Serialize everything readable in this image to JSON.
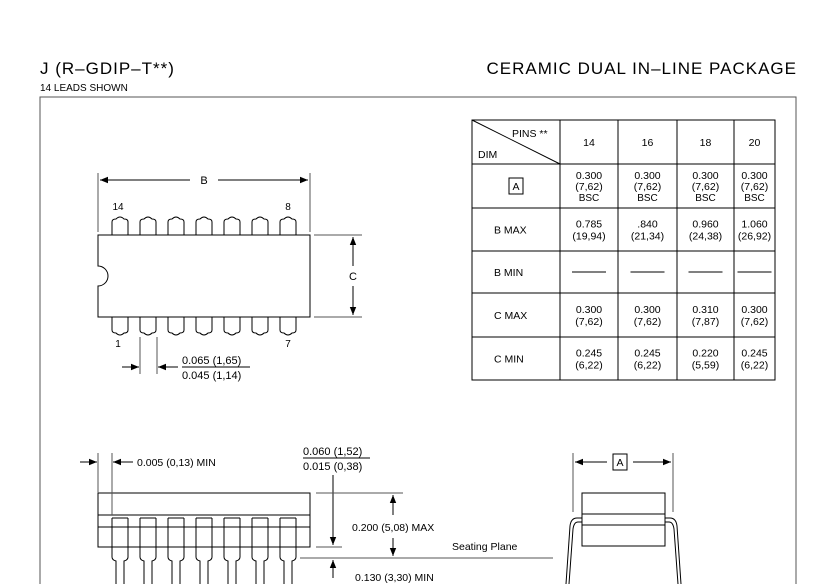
{
  "header": {
    "package_code": "J (R–GDIP–T**)",
    "leads_shown": "14 LEADS SHOWN",
    "package_title": "CERAMIC DUAL IN–LINE PACKAGE"
  },
  "table": {
    "corner_pins": "PINS **",
    "corner_dim": "DIM",
    "pin_counts": [
      "14",
      "16",
      "18",
      "20"
    ],
    "rows": [
      {
        "label": "A",
        "boxed": true,
        "cells": [
          [
            "0.300",
            "(7,62)",
            "BSC"
          ],
          [
            "0.300",
            "(7,62)",
            "BSC"
          ],
          [
            "0.300",
            "(7,62)",
            "BSC"
          ],
          [
            "0.300",
            "(7,62)",
            "BSC"
          ]
        ]
      },
      {
        "label": "B   MAX",
        "cells": [
          [
            "0.785",
            "(19,94)"
          ],
          [
            ".840",
            "(21,34)"
          ],
          [
            "0.960",
            "(24,38)"
          ],
          [
            "1.060",
            "(26,92)"
          ]
        ]
      },
      {
        "label": "B   MIN",
        "cells": [
          [
            "—"
          ],
          [
            "—"
          ],
          [
            "—"
          ],
          [
            "—"
          ]
        ]
      },
      {
        "label": "C   MAX",
        "cells": [
          [
            "0.300",
            "(7,62)"
          ],
          [
            "0.300",
            "(7,62)"
          ],
          [
            "0.310",
            "(7,87)"
          ],
          [
            "0.300",
            "(7,62)"
          ]
        ]
      },
      {
        "label": "C   MIN",
        "cells": [
          [
            "0.245",
            "(6,22)"
          ],
          [
            "0.245",
            "(6,22)"
          ],
          [
            "0.220",
            "(5,59)"
          ],
          [
            "0.245",
            "(6,22)"
          ]
        ]
      }
    ]
  },
  "top_view": {
    "dim_b": "B",
    "dim_c": "C",
    "pin_14": "14",
    "pin_8": "8",
    "pin_1": "1",
    "pin_7": "7",
    "pitch_max": "0.065 (1,65)",
    "pitch_min": "0.045 (1,14)"
  },
  "side_view": {
    "offset_min": "0.005 (0,13) MIN",
    "lead_width_max": "0.060 (1,52)",
    "lead_width_min": "0.015 (0,38)",
    "height_max": "0.200 (5,08) MAX",
    "seating_plane": "Seating Plane",
    "standoff_min": "0.130 (3,30) MIN"
  },
  "end_view": {
    "dim_a": "A"
  }
}
